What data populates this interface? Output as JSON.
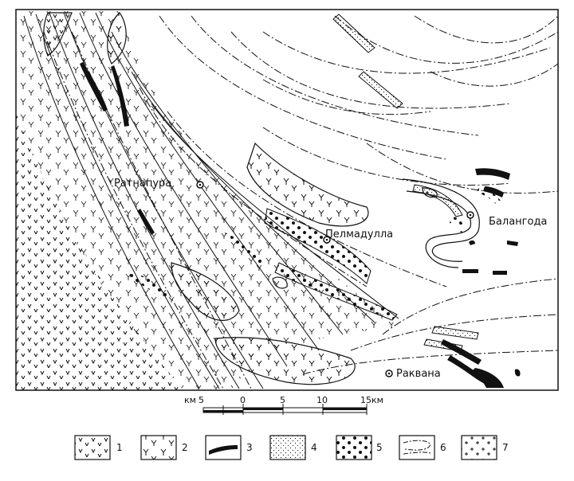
{
  "map": {
    "places": [
      {
        "id": "ratnapura",
        "name": "Ратнапура"
      },
      {
        "id": "pelmadulla",
        "name": "Пелмадулла"
      },
      {
        "id": "balangoda",
        "name": "Балангода"
      },
      {
        "id": "rakvana",
        "name": "Раквана"
      }
    ],
    "scale_bar": {
      "unit_left": "км",
      "ticks": [
        "5",
        "0",
        "5",
        "10",
        "15"
      ],
      "unit_right": "км"
    },
    "legend": [
      {
        "number": "1",
        "symbol": "v-pattern-symbol"
      },
      {
        "number": "2",
        "symbol": "y-pattern-symbol"
      },
      {
        "number": "3",
        "symbol": "black-band-symbol"
      },
      {
        "number": "4",
        "symbol": "fine-stipple-symbol"
      },
      {
        "number": "5",
        "symbol": "dot-pattern-symbol"
      },
      {
        "number": "6",
        "symbol": "fold-lines-symbol"
      },
      {
        "number": "7",
        "symbol": "plus-pattern-symbol"
      }
    ]
  }
}
